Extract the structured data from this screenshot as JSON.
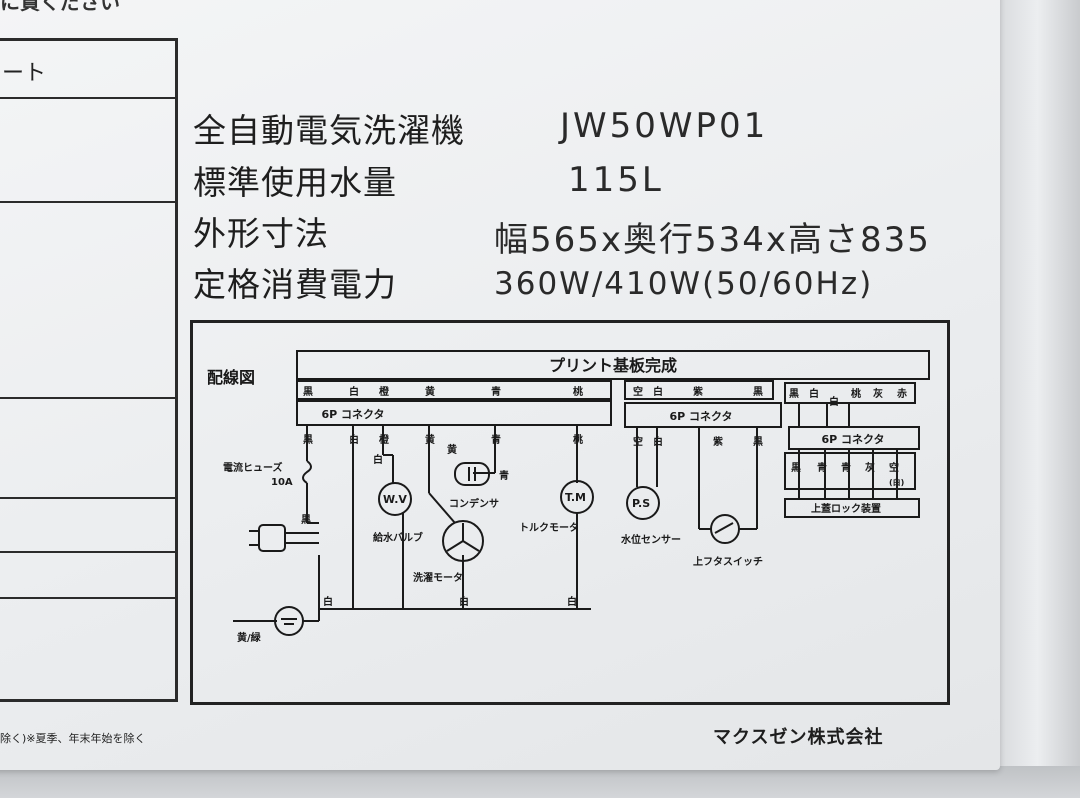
{
  "top_text": "に貸ください",
  "left_table": {
    "header": "ート"
  },
  "specs": [
    {
      "label": "全自動電気洗濯機",
      "value": "JW50WP01"
    },
    {
      "label": "標準使用水量",
      "value": "115L"
    },
    {
      "label": "外形寸法",
      "value": "幅565x奥行534x高さ835"
    },
    {
      "label": "定格消費電力",
      "value": "360W/410W(50/60Hz)"
    }
  ],
  "diagram": {
    "title": "配線図",
    "pcb_label": "プリント基板完成",
    "connector_label": "6P コネクタ",
    "wire_colors_a": [
      "黒",
      "白",
      "橙",
      "黄",
      "青",
      "桃"
    ],
    "wire_colors_b": [
      "空",
      "白",
      "紫",
      "黒"
    ],
    "wire_colors_c_top": [
      "黒",
      "白",
      "白",
      "桃",
      "灰",
      "赤"
    ],
    "wire_colors_c_bottom": [
      "黒",
      "青",
      "青",
      "灰",
      "空"
    ],
    "c_bottom_note": "(白)",
    "fuse_label": "電流ヒューズ",
    "fuse_rating": "10A",
    "wire_black": "黒",
    "wire_white": "白",
    "wire_yellow": "黄",
    "wire_blue": "青",
    "wv_label": "W.V",
    "wv_name": "給水バルブ",
    "condenser_name": "コンデンサ",
    "wash_motor_name": "洗濯モータ",
    "tm_label": "T.M",
    "tm_name": "トルクモータ",
    "ps_label": "P.S",
    "ps_name": "水位センサー",
    "lid_switch_name": "上フタスイッチ",
    "lock_device_name": "上蓋ロック装置",
    "ground_label": "黄/緑"
  },
  "footer_left": "除く)※夏季、年末年始を除く",
  "maker": "マクスゼン株式会社"
}
